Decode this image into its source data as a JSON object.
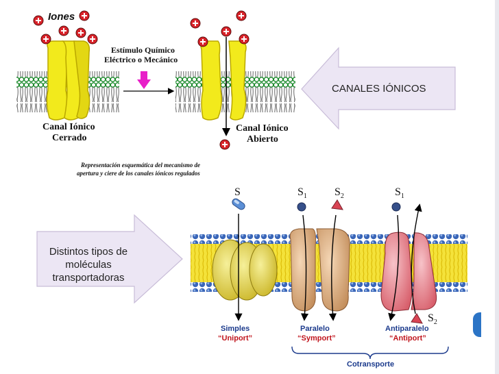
{
  "top_diagram": {
    "ions_label": "Iones",
    "stimulus_line1": "Estímulo Químico",
    "stimulus_line2": "Eléctrico o Mecánico",
    "closed_line1": "Canal Iónico",
    "closed_line2": "Cerrado",
    "open_line1": "Canal Iónico",
    "open_line2": "Abierto",
    "caption_line1": "Representación esquemática del mecanismo de",
    "caption_line2": "apertura y ciere de los canales iónicos regulados",
    "ion_symbol": "+"
  },
  "callout_right": {
    "label": "CANALES IÓNICOS"
  },
  "callout_left": {
    "line1": "Distintos  tipos de",
    "line2": "moléculas",
    "line3": "transportadoras"
  },
  "bottom_diagram": {
    "s_label": "S",
    "s1_label_a": "S",
    "s1_sub_a": "1",
    "s2_label_a": "S",
    "s2_sub_a": "2",
    "s1_label_b": "S",
    "s1_sub_b": "1",
    "s2_label_b": "S",
    "s2_sub_b": "2",
    "simples": "Simples",
    "uniport": "“Uniport”",
    "paralelo": "Paralelo",
    "symport": "“Symport”",
    "antiparalelo": "Antiparalelo",
    "antiport": "“Antiport”",
    "cotransporte": "Cotransporte"
  },
  "colors": {
    "ion_red": "#d8232a",
    "channel_yellow": "#f2ea1c",
    "stimulus_magenta": "#e81fc8",
    "callout_fill": "#ece6f4",
    "label_blue": "#1b3a8c",
    "label_red": "#c0141c"
  }
}
